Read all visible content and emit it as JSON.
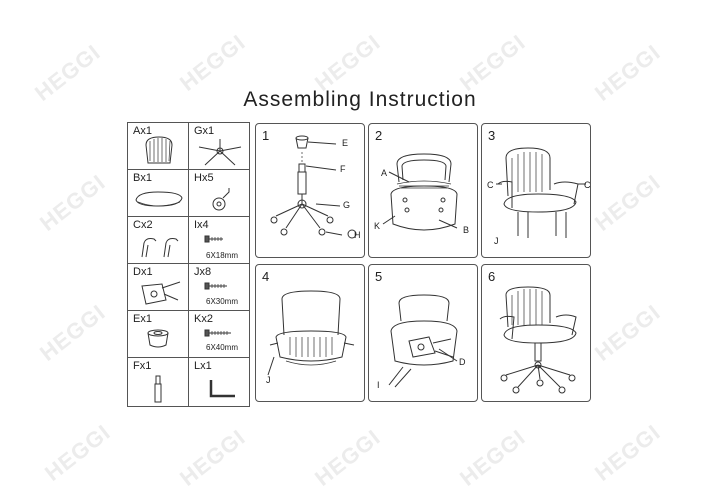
{
  "watermark": "HEGGI",
  "title": "Assembling Instruction",
  "parts": [
    {
      "code": "Ax1",
      "icon": "seat-back-mesh-icon"
    },
    {
      "code": "Gx1",
      "icon": "star-base-icon"
    },
    {
      "code": "Bx1",
      "icon": "seat-cushion-icon"
    },
    {
      "code": "Hx5",
      "icon": "caster-wheel-icon"
    },
    {
      "code": "Cx2",
      "icon": "armrest-icon"
    },
    {
      "code": "Ix4",
      "icon": "bolt-icon",
      "sub": "6X18mm"
    },
    {
      "code": "Dx1",
      "icon": "mechanism-plate-icon"
    },
    {
      "code": "Jx8",
      "icon": "bolt-icon",
      "sub": "6X30mm"
    },
    {
      "code": "Ex1",
      "icon": "gas-lift-cover-icon"
    },
    {
      "code": "Kx2",
      "icon": "bolt-icon",
      "sub": "6X40mm"
    },
    {
      "code": "Fx1",
      "icon": "gas-lift-icon"
    },
    {
      "code": "Lx1",
      "icon": "allen-key-icon"
    }
  ],
  "steps": [
    {
      "number": "1",
      "labels": [
        "E",
        "F",
        "G",
        "H"
      ]
    },
    {
      "number": "2",
      "labels": [
        "A",
        "K",
        "B"
      ]
    },
    {
      "number": "3",
      "labels": [
        "C",
        "C",
        "J"
      ]
    },
    {
      "number": "4",
      "labels": [
        "J"
      ]
    },
    {
      "number": "5",
      "labels": [
        "D",
        "I"
      ]
    },
    {
      "number": "6",
      "labels": []
    }
  ]
}
